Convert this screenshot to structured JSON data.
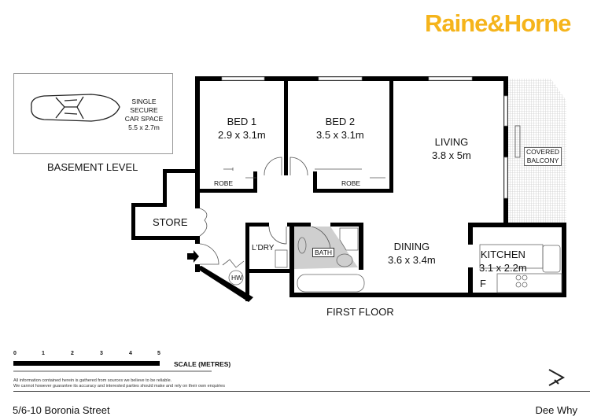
{
  "brand": {
    "logo_text": "Raine&Horne",
    "color": "#f5b41b"
  },
  "car_space": {
    "lines": [
      "SINGLE",
      "SECURE",
      "CAR SPACE",
      "5.5 x 2.7m"
    ]
  },
  "basement_label": "BASEMENT LEVEL",
  "rooms": {
    "bed1": {
      "name": "BED 1",
      "size": "2.9 x 3.1m"
    },
    "bed2": {
      "name": "BED 2",
      "size": "3.5 x 3.1m"
    },
    "living": {
      "name": "LIVING",
      "size": "3.8 x 5m"
    },
    "dining": {
      "name": "DINING",
      "size": "3.6 x 3.4m"
    },
    "kitchen": {
      "name": "KITCHEN",
      "size": "3.1 x 2.2m"
    },
    "store": "STORE",
    "laundry": "L'DRY",
    "bath": "BATH",
    "robe1": "ROBE",
    "robe2": "ROBE",
    "hw": "HW",
    "fridge": "F",
    "balcony": [
      "COVERED",
      "BALCONY"
    ]
  },
  "floor_label": "FIRST FLOOR",
  "scale": {
    "ticks": [
      "0",
      "1",
      "2",
      "3",
      "4",
      "5"
    ],
    "label": "SCALE (METRES)"
  },
  "disclaimer": [
    "All information contained herein is gathered from sources we believe to be reliable.",
    "We cannot however guarantee its accuracy and interested parties should make and rely on their own enquiries"
  ],
  "footer": {
    "address": "5/6-10 Boronia Street",
    "suburb": "Dee Why"
  },
  "north_label": "N"
}
